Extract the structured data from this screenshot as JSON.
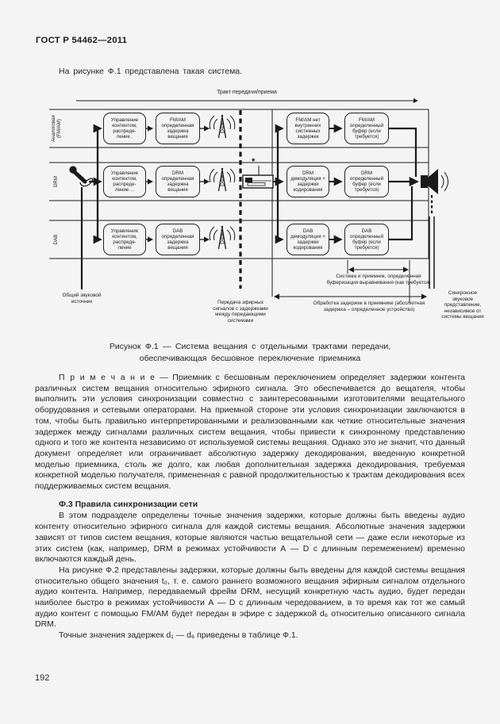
{
  "page": {
    "header": "ГОСТ Р 54462—2011",
    "intro": "На рисунке Ф.1 представлена такая система.",
    "page_number": "192"
  },
  "diagram": {
    "track_label": "Тракт передачи/приема",
    "row_labels": [
      "Аналоговая (FM/AM)",
      "DRM",
      "DAB"
    ],
    "source_label": "Общий звуковой источник",
    "receiver_mark": "*",
    "tx_control": [
      "Управление контентом, распреде- ление .",
      "Управление контентом, распреде- ление ...",
      "Управление контентом, распреде- ление"
    ],
    "tx_delay": [
      "FM/AM определенная задержка вещания",
      "DRM определенная задержка вещания",
      "DAB определенная задержка вещания"
    ],
    "air_label": "Передача эфирных сигналов с задержками между передающими системами",
    "rx_demod": [
      "FM/AM нет внутренних системных задержек",
      "DRM демодуляция + задержки кодирования",
      "DAB демодуляция + задержки кодирования"
    ],
    "rx_buffer": [
      "FM/AM определенный буфер (если требуется)",
      "DRM определенный буфер (если требуется)",
      "DAB определенный буфер (если требуется)"
    ],
    "buffering_label": "Система и приемник, определенная буферизация выравнивания (как требуется)",
    "processing_label": "Обработка задержек в приемнике (абсолютная задержка – определенное устройство)",
    "sync_label": "Синхронное звуковое представление, независимое от системы вещания",
    "line_color": "#1a1a1a"
  },
  "figure": {
    "caption_line1": "Рисунок Ф.1 — Система вещания с отдельными трактами передачи,",
    "caption_line2": "обеспечивающая бесшовное переключение приемника"
  },
  "note": {
    "label": "П р и м е ч а н и е",
    "text": " — Приемник с бесшовным переключением определяет задержки контента различных систем вещания относительно эфирного сигнала. Это обеспечивается до вещателя, чтобы выполнить эти условия синхронизации совместно с заинтересованными изготовителями вещательного оборудования и сетевыми операторами. На приемной стороне эти условия синхронизации заключаются в том, чтобы быть правильно интерпретированными и реализованными как четкие относительные значения задержек между сигналами различных систем вещания, чтобы привести к синхронному представлению одного и того же контента независимо от используемой системы вещания. Однако это не значит, что данный документ определяет или ограничивает абсолютную задержку декодирования, введенную конкретной моделью приемника, столь же долго, как любая дополнительная задержка декодирования, требуемая конкретной моделью получателя, примененная с равной продолжительностью к трактам декодирования всех поддерживаемых систем вещания."
  },
  "section": {
    "heading": "Ф.3 Правила синхронизации сети",
    "para1": "В этом подразделе определены точные значения задержки, которые должны быть введены аудио контенту относительно эфирного сигнала для каждой системы вещания. Абсолютные значения задержки зависят от типов систем вещания, которые являются частью вещательной сети — даже если некоторые из этих систем (как, например, DRM в режимах устойчивости А — D с длинным перемежением) временно включаются каждый день.",
    "para2": "На рисунке Ф.2 представлены задержки, которые должны быть введены для каждой системы вещания относительно общего значения t₀, т. е. самого раннего возможного вещания эфирным сигналом отдельного аудио контента. Например, передаваемый фрейм DRM, несущий конкретную часть аудио, будет передан наиболее быстро в режимах  устойчивости А — D с длинным чередованием, в то время как тот же самый аудио контент с помощью FM/AM будет передан в эфире с задержкой d₆ относительно описанного сигнала DRM.",
    "para3": "Точные значения задержек d₁ — d₆ приведены в таблице Ф.1."
  }
}
